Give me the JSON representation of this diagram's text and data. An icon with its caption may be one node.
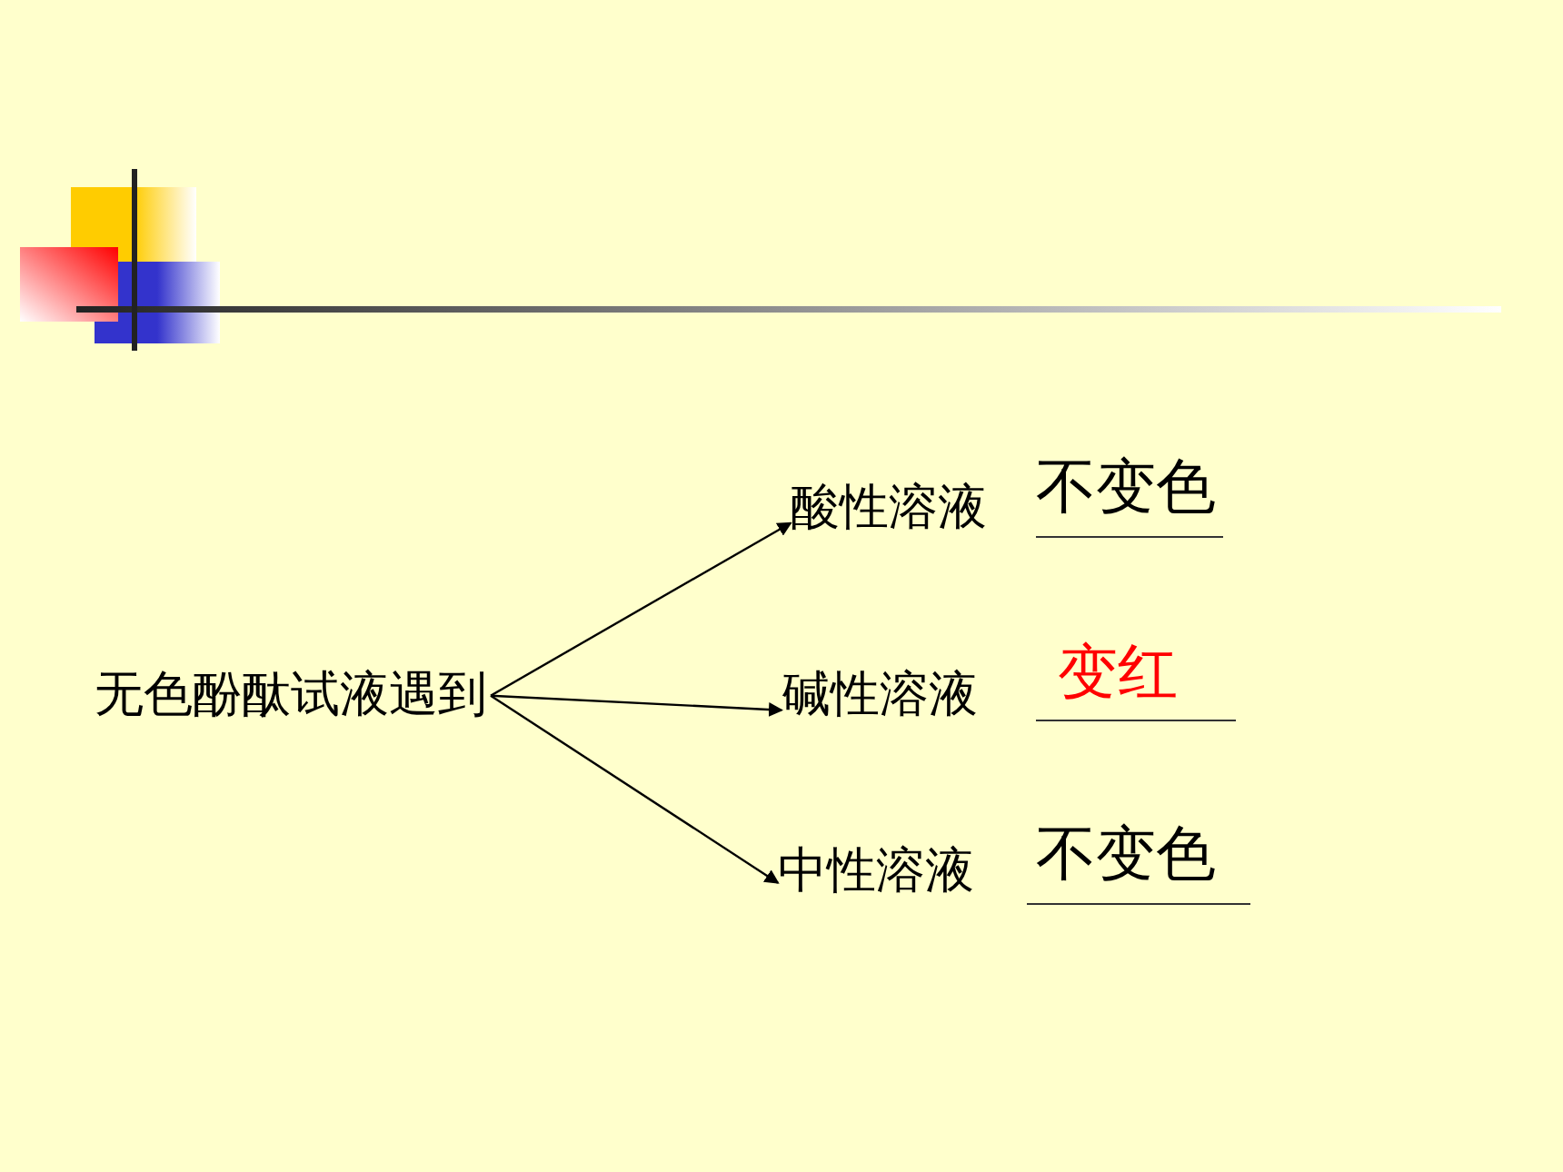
{
  "diagram": {
    "nodes": [
      {
        "text": [
          "无色酚酞试液遇到"
        ]
      },
      {
        "text": [
          "酸性溶液"
        ],
        "beside": [
          "不变色"
        ]
      },
      {
        "text": [
          "碱性溶液"
        ],
        "beside": [
          "变红"
        ]
      },
      {
        "text": [
          "中性溶液"
        ],
        "beside": [
          "不变色"
        ]
      }
    ],
    "edges": [
      {
        "from": 0,
        "to": 1,
        "arrow": "to"
      },
      {
        "from": 0,
        "to": 2,
        "arrow": "to"
      },
      {
        "from": 0,
        "to": 3,
        "arrow": "to"
      }
    ]
  }
}
